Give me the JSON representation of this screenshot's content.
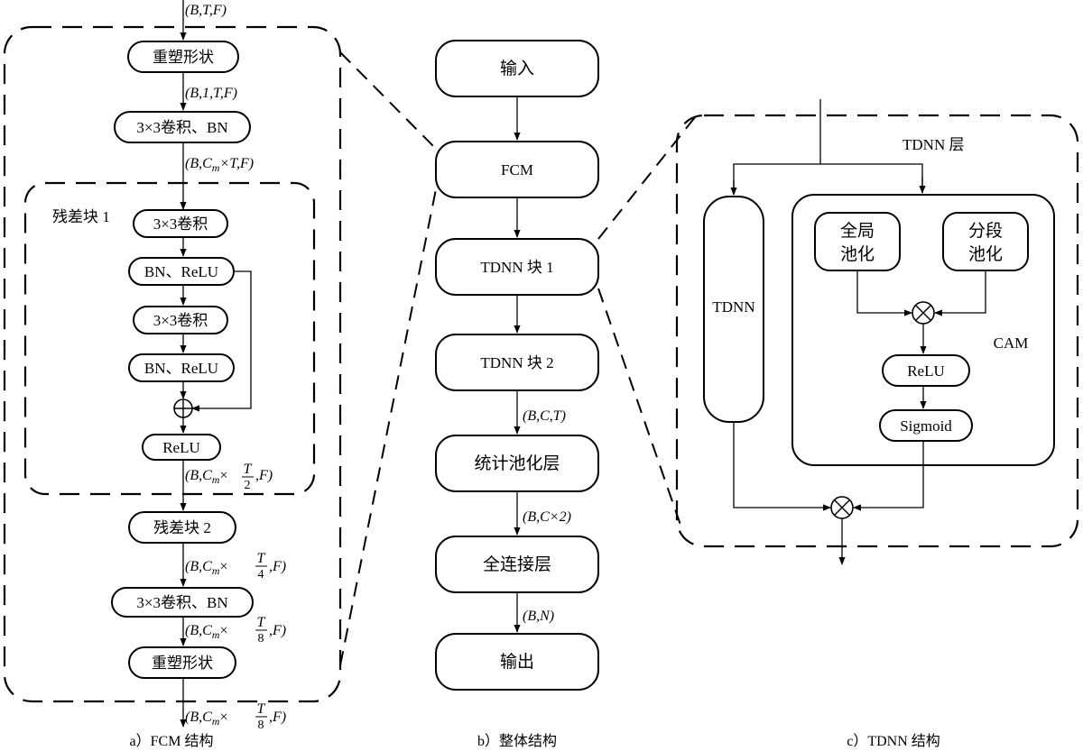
{
  "fcm": {
    "input_dims": "(B,T,F)",
    "reshape1": "重塑形状",
    "dims1": "(B,1,T,F)",
    "conv_bn1": "3×3卷积、BN",
    "dims2": "(B,C",
    "dims2_sub": "m",
    "dims2_rest": "×T,F)",
    "resblock1_title": "残差块 1",
    "res_conv_a": "3×3卷积",
    "res_bnrelu_a": "BN、ReLU",
    "res_conv_b": "3×3卷积",
    "res_bnrelu_b": "BN、ReLU",
    "res_relu": "ReLU",
    "dims3_pre": "(B,C",
    "dims3_sub": "m",
    "dims3_mid": "×",
    "dims3_num": "T",
    "dims3_den": "2",
    "dims3_post": ",F)",
    "resblock2": "残差块 2",
    "dims4_pre": "(B,C",
    "dims4_sub": "m",
    "dims4_mid": "×",
    "dims4_num": "T",
    "dims4_den": "4",
    "dims4_post": ",F)",
    "conv_bn2": "3×3卷积、BN",
    "dims5_pre": "(B,C",
    "dims5_sub": "m",
    "dims5_mid": "×",
    "dims5_num": "T",
    "dims5_den": "8",
    "dims5_post": ",F)",
    "reshape2": "重塑形状",
    "dims6_pre": "(B,C",
    "dims6_sub": "m",
    "dims6_mid": "×",
    "dims6_num": "T",
    "dims6_den": "8",
    "dims6_post": ",F)",
    "caption": "a）FCM 结构"
  },
  "overall": {
    "input": "输入",
    "fcm": "FCM",
    "tdnn1": "TDNN 块 1",
    "tdnn2": "TDNN 块 2",
    "dims_a": "(B,C,T)",
    "stat_pool": "统计池化层",
    "dims_b": "(B,C×2)",
    "fc": "全连接层",
    "dims_c": "(B,N)",
    "output": "输出",
    "caption": "b）整体结构"
  },
  "tdnn": {
    "layer_title": "TDNN 层",
    "tdnn_box": "TDNN",
    "global_pool_1": "全局",
    "global_pool_2": "池化",
    "seg_pool_1": "分段",
    "seg_pool_2": "池化",
    "cam": "CAM",
    "relu": "ReLU",
    "sigmoid": "Sigmoid",
    "caption": "c）TDNN 结构"
  }
}
